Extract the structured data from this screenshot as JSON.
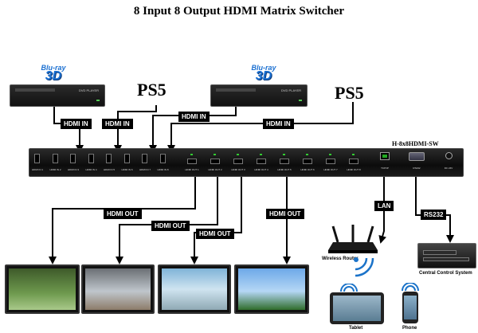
{
  "title": "8 Input 8 Output HDMI Matrix Switcher",
  "model": "H-8x8HDMI-SW",
  "sources": {
    "bluray_logo_top": "Blu-ray",
    "bluray_logo_3d": "3D",
    "dvd_label": "DVD PLAYER",
    "ps5_label": "PS5"
  },
  "connections": {
    "hdmi_in": "HDMI IN",
    "hdmi_out": "HDMI OUT",
    "lan": "LAN",
    "rs232": "RS232"
  },
  "matrix_ports": {
    "inputs": [
      "HDMI IN 1",
      "HDMI IN 2",
      "HDMI IN 3",
      "HDMI IN 4",
      "HDMI IN 5",
      "HDMI IN 6",
      "HDMI IN 7",
      "HDMI IN 8"
    ],
    "outputs": [
      "HDMI OUT 1",
      "HDMI OUT 2",
      "HDMI OUT 3",
      "HDMI OUT 4",
      "HDMI OUT 5",
      "HDMI OUT 6",
      "HDMI OUT 7",
      "HDMI OUT 8"
    ],
    "tcpip": "TCP/IP",
    "rs232": "RS232",
    "power": "DC 24V"
  },
  "devices": {
    "router": "Wireless Router",
    "control": "Central Control System",
    "tablet": "Tablet",
    "phone": "Phone"
  },
  "colors": {
    "wire": "#000000",
    "bluray": "#1a6fd1",
    "matrix": "#111111"
  }
}
